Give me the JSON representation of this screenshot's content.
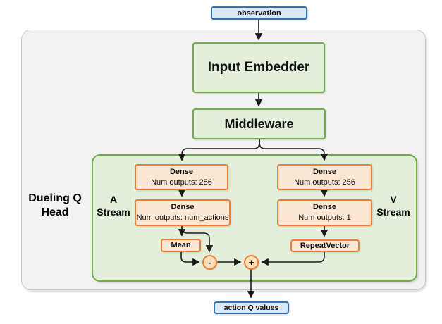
{
  "diagram": {
    "observation_label": "observation",
    "action_label": "action Q values",
    "input_embedder_label": "Input Embedder",
    "middleware_label": "Middleware",
    "head_label": {
      "line1": "Dueling Q",
      "line2": "Head"
    },
    "a_stream": {
      "label": {
        "line1": "A",
        "line2": "Stream"
      },
      "dense1": {
        "title": "Dense",
        "subtitle": "Num outputs: 256"
      },
      "dense2": {
        "title": "Dense",
        "subtitle": "Num outputs: num_actions"
      },
      "mean_label": "Mean",
      "operator": "-"
    },
    "v_stream": {
      "label": {
        "line1": "V",
        "line2": "Stream"
      },
      "dense1": {
        "title": "Dense",
        "subtitle": "Num outputs: 256"
      },
      "dense2": {
        "title": "Dense",
        "subtitle": "Num outputs: 1"
      },
      "repeat_vector_label": "RepeatVector",
      "operator": "+"
    },
    "colors": {
      "blue_border": "#2E75B6",
      "blue_fill": "#DBE9F6",
      "green_border": "#70AD47",
      "green_fill": "#E3EFDA",
      "orange_border": "#ED7D31",
      "orange_fill": "#FBE5D3",
      "circle_fill": "#FCE0BD",
      "container_fill": "#F2F2F2",
      "container_border": "#C9C9C9",
      "arrow": "#1A1A1A"
    }
  }
}
